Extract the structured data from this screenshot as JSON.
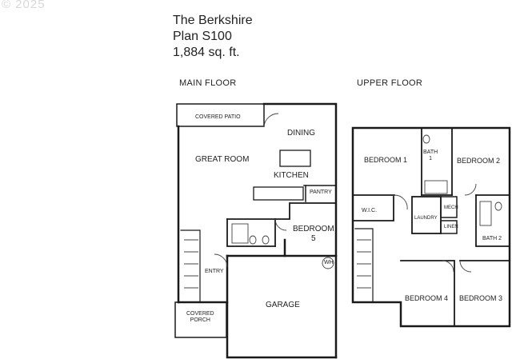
{
  "watermark": "© 2025",
  "plan": {
    "name": "The Berkshire",
    "number": "Plan S100",
    "area": "1,884 sq. ft."
  },
  "floors": {
    "main": {
      "label": "MAIN FLOOR",
      "rooms": {
        "covered_patio": "COVERED PATIO",
        "dining": "DINING",
        "great_room": "GREAT ROOM",
        "kitchen": "KITCHEN",
        "pantry": "PANTRY",
        "bedroom5_line1": "BEDROOM",
        "bedroom5_line2": "5",
        "entry": "ENTRY",
        "wh": "WH",
        "garage": "GARAGE",
        "covered_porch_line1": "COVERED",
        "covered_porch_line2": "PORCH"
      }
    },
    "upper": {
      "label": "UPPER FLOOR",
      "rooms": {
        "bedroom1": "BEDROOM 1",
        "bath1_line1": "BATH",
        "bath1_line2": "1",
        "bedroom2": "BEDROOM 2",
        "wic": "W.I.C.",
        "mech": "MECH",
        "laundry": "LAUNDRY",
        "linen": "LINEN",
        "bath2": "BATH 2",
        "bedroom4": "BEDROOM 4",
        "bedroom3": "BEDROOM 3"
      }
    }
  }
}
